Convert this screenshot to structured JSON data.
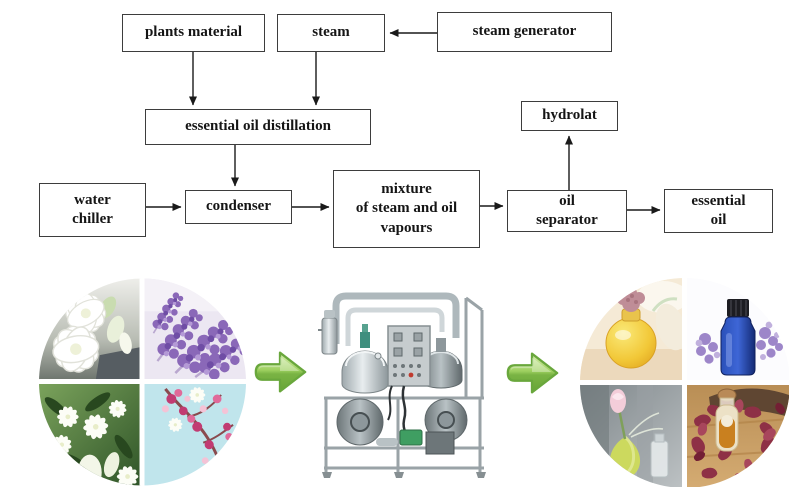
{
  "flowchart": {
    "boxes": {
      "plants_material": "plants material",
      "steam": "steam",
      "steam_generator": "steam generator",
      "essential_oil_distillation": "essential oil distillation",
      "hydrolat": "hydrolat",
      "water_chiller": "water\nchiller",
      "condenser": "condenser",
      "mixture_of_steam_and_oil_vapours": "mixture\nof steam and oil\nvapours",
      "oil_separator": "oil\nseparator",
      "essential_oil": "essential\noil"
    },
    "connections": [
      {
        "from": "plants material",
        "to": "essential oil distillation"
      },
      {
        "from": "steam",
        "to": "essential oil distillation"
      },
      {
        "from": "steam generator",
        "to": "steam"
      },
      {
        "from": "essential oil distillation",
        "to": "condenser"
      },
      {
        "from": "water chiller",
        "to": "condenser"
      },
      {
        "from": "condenser",
        "to": "mixture of steam and oil vapours"
      },
      {
        "from": "mixture of steam and oil vapours",
        "to": "oil separator"
      },
      {
        "from": "oil separator",
        "to": "hydrolat"
      },
      {
        "from": "oil separator",
        "to": "essential oil"
      }
    ]
  },
  "process_strip": {
    "left_image": "fresh flowers collage (gardenia, lavender, jasmine, blossom)",
    "middle_image": "stainless steel essential oil distillation machine",
    "right_image": "essential oil products collage (oil bottles, lavender, rose petals)",
    "arrow_icon": "green 3d arrow pointing right"
  },
  "colors": {
    "background": "#ffffff",
    "box_border": "#3d3d3d",
    "text": "#151515",
    "flow_arrow": "#1a1a1a",
    "green_arrow": "#8cc152",
    "green_arrow_edge": "#69a73c",
    "machine_steel": "#c3cacd",
    "lavender_purple": "#8a68b8",
    "blossom_pink": "#e06a9a",
    "oil_yellow": "#eeb32a",
    "bottle_blue": "#1d3fae",
    "petal_red": "#8e3046"
  }
}
